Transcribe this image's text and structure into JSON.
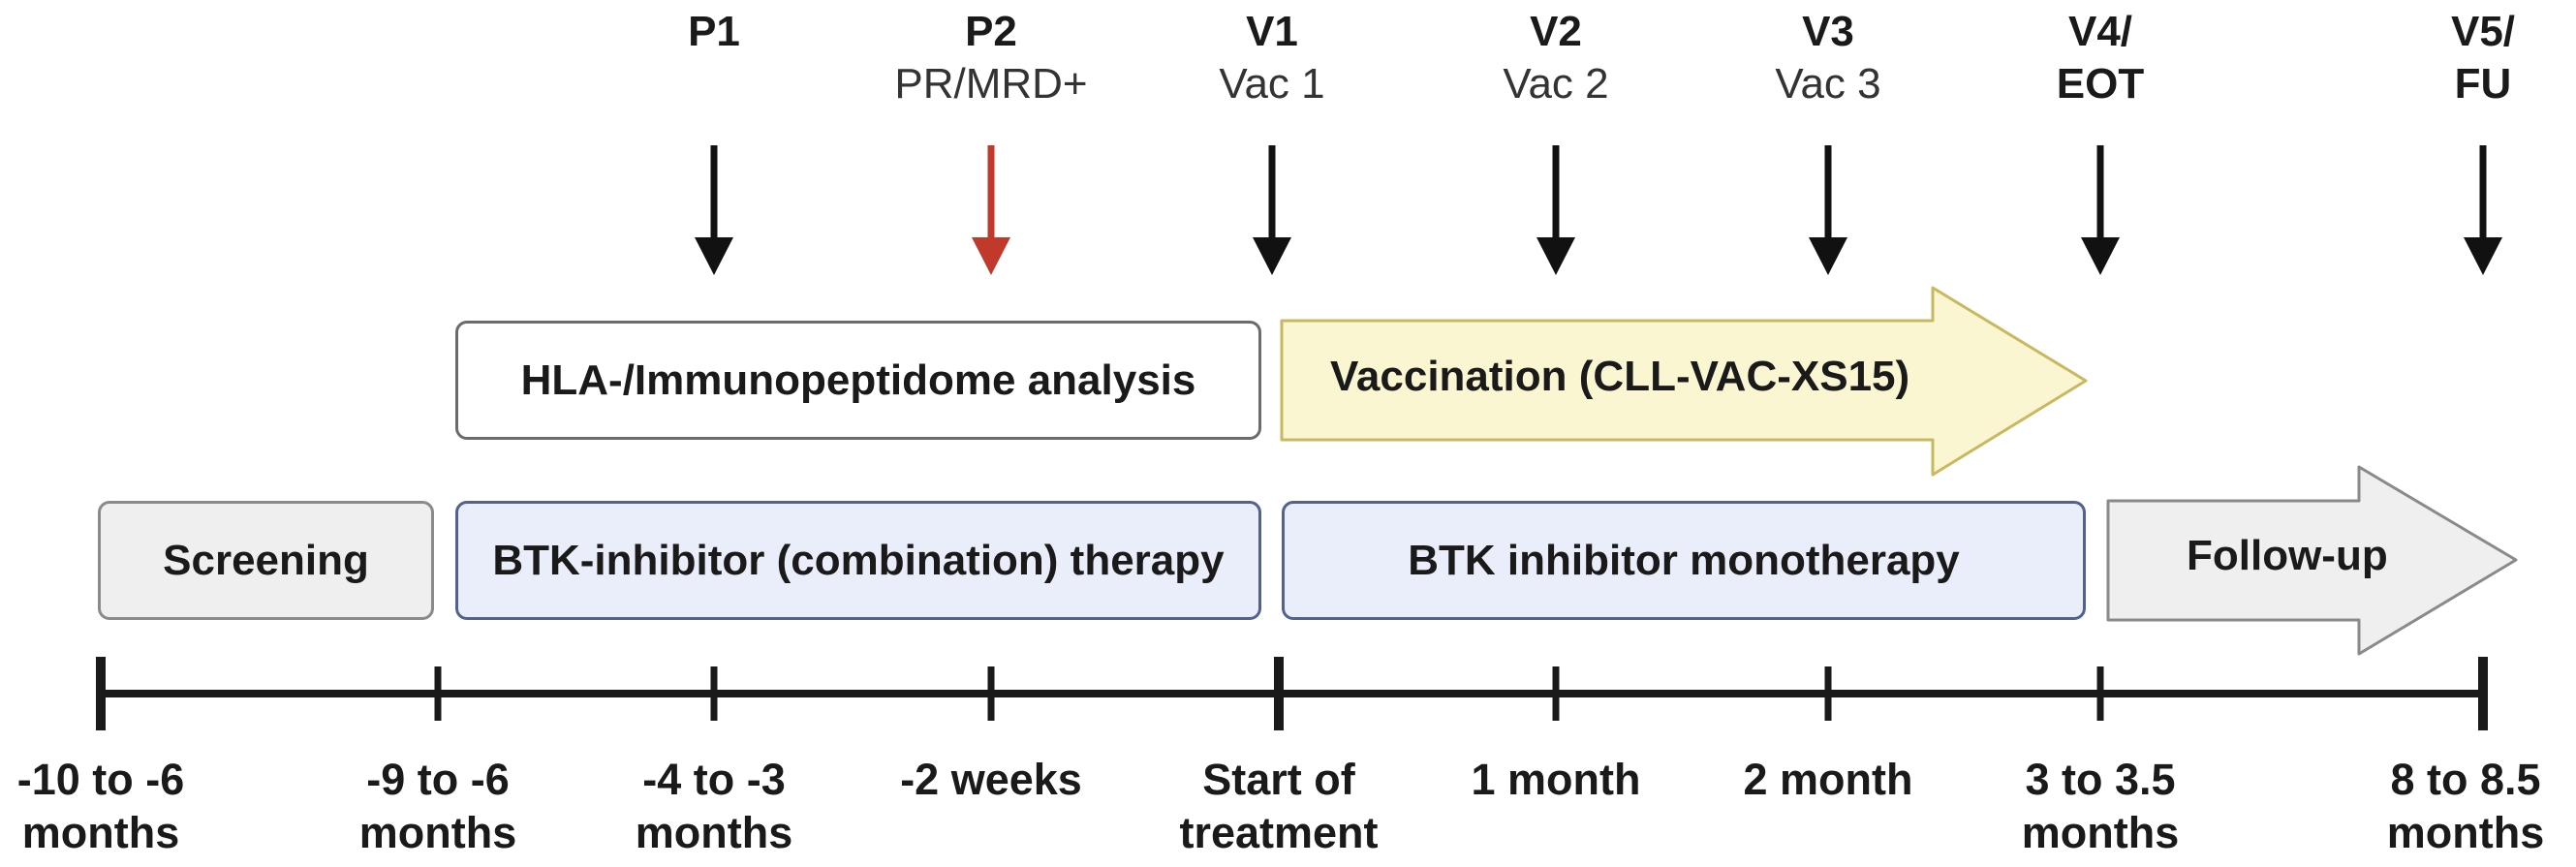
{
  "milestones": [
    {
      "code": "P1",
      "sub": "",
      "arrow_color": "#111111"
    },
    {
      "code": "P2",
      "sub": "PR/MRD+",
      "arrow_color": "#c0392b"
    },
    {
      "code": "V1",
      "sub": "Vac 1",
      "arrow_color": "#111111"
    },
    {
      "code": "V2",
      "sub": "Vac 2",
      "arrow_color": "#111111"
    },
    {
      "code": "V3",
      "sub": "Vac 3",
      "arrow_color": "#111111"
    },
    {
      "code": "V4/",
      "code2": "EOT",
      "arrow_color": "#111111"
    },
    {
      "code": "V5/",
      "code2": "FU",
      "arrow_color": "#111111"
    }
  ],
  "phases": {
    "hla": "HLA-/Immunopeptidome analysis",
    "vaccination": "Vaccination (CLL-VAC-XS15)",
    "screening": "Screening",
    "btk_combination": "BTK-inhibitor (combination) therapy",
    "btk_mono": "BTK inhibitor monotherapy",
    "follow_up": "Follow-up"
  },
  "timeline": {
    "ticks": [
      {
        "line1": "-10 to -6",
        "line2": "months"
      },
      {
        "line1": "-9 to -6",
        "line2": "months"
      },
      {
        "line1": "-4 to -3",
        "line2": "months"
      },
      {
        "line1": "-2 weeks",
        "line2": ""
      },
      {
        "line1": "Start of",
        "line2": "treatment"
      },
      {
        "line1": "1 month",
        "line2": ""
      },
      {
        "line1": "2 month",
        "line2": ""
      },
      {
        "line1": "3 to 3.5",
        "line2": "months"
      },
      {
        "line1": "8 to 8.5",
        "line2": "months"
      }
    ]
  },
  "colors": {
    "axis": "#1a1a1a",
    "vaccination_fill": "#fbf6d2",
    "vaccination_stroke": "#c9b860",
    "follow_up_fill": "#efefef",
    "follow_up_stroke": "#8a8a8a"
  }
}
